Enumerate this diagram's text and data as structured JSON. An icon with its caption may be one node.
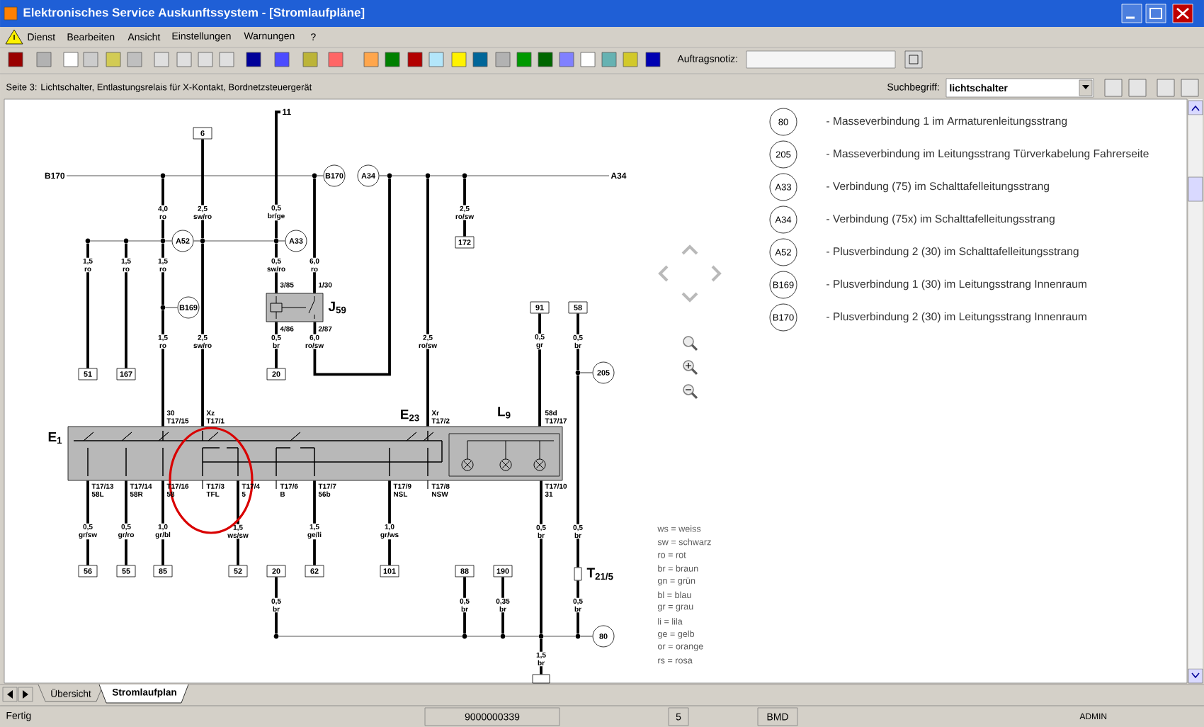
{
  "diagram": {
    "title": "Elektronisches Service Auskunftssystem - [Stromlaufpläne]",
    "nodes": [
      {
        "text": [
          "6"
        ]
      },
      {
        "text": [
          "11"
        ]
      },
      {
        "text": [
          "B170"
        ]
      },
      {
        "text": [],
        "shape": "dot"
      },
      {
        "text": [],
        "shape": "dot"
      },
      {
        "text": [
          "B170"
        ]
      },
      {
        "text": [
          "A34"
        ]
      },
      {
        "text": [],
        "shape": "dot"
      },
      {
        "text": [],
        "shape": "dot"
      },
      {
        "text": [],
        "shape": "dot"
      },
      {
        "text": [
          "A34"
        ]
      },
      {
        "text": [],
        "shape": "dot"
      },
      {
        "text": [],
        "shape": "dot"
      },
      {
        "text": [],
        "shape": "dot"
      },
      {
        "text": [
          "A52"
        ]
      },
      {
        "text": [],
        "shape": "dot"
      },
      {
        "text": [],
        "shape": "dot"
      },
      {
        "text": [
          "A33"
        ]
      },
      {
        "text": [
          "172"
        ]
      },
      {
        "text": [
          "J$_{59}$"
        ]
      },
      {
        "text": [],
        "shape": "dot"
      },
      {
        "text": [
          "B169"
        ]
      },
      {
        "text": [
          "91"
        ]
      },
      {
        "text": [
          "58"
        ]
      },
      {
        "text": [],
        "shape": "dot"
      },
      {
        "text": [
          "205"
        ]
      },
      {
        "text": [
          "51"
        ]
      },
      {
        "text": [
          "167"
        ]
      },
      {
        "text": [
          "20"
        ]
      },
      {
        "text": [
          "E$_{1}$",
          "E$_{23}$"
        ]
      },
      {
        "text": [
          "L$_{9}$"
        ],
        "in": 29
      },
      {
        "text": [
          "56"
        ]
      },
      {
        "text": [
          "55"
        ]
      },
      {
        "text": [
          "85"
        ]
      },
      {
        "text": [
          "52"
        ]
      },
      {
        "text": [
          "20"
        ]
      },
      {
        "text": [
          "62"
        ]
      },
      {
        "text": [
          "101"
        ]
      },
      {
        "text": [
          "88"
        ]
      },
      {
        "text": [
          "190"
        ]
      },
      {
        "text": [
          "T$_{21/5}$"
        ]
      },
      {
        "text": [],
        "shape": "dot"
      },
      {
        "text": [],
        "shape": "dot"
      },
      {
        "text": [],
        "shape": "dot"
      },
      {
        "text": [],
        "shape": "dot"
      },
      {
        "text": [],
        "shape": "dot"
      },
      {
        "text": [
          "80"
        ]
      },
      {
        "text": [],
        "shape": "box"
      },
      {
        "text": [
          "80"
        ],
        "beside": [
          "- Masseverbindung 1 im Armaturenleitungsstrang"
        ]
      },
      {
        "text": [
          "205"
        ],
        "beside": [
          "- Masseverbindung im Leitungsstrang Türverkabelung Fahrerseite"
        ]
      },
      {
        "text": [
          "A33"
        ],
        "beside": [
          "- Verbindung (75) im Schalttafelleitungsstrang"
        ]
      },
      {
        "text": [
          "A34"
        ],
        "beside": [
          "- Verbindung (75x) im Schalttafelleitungsstrang"
        ]
      },
      {
        "text": [
          "A52"
        ],
        "beside": [
          "- Plusverbindung 2 (30) im Schalttafelleitungsstrang"
        ]
      },
      {
        "text": [
          "B169"
        ],
        "beside": [
          "- Plusverbindung 1 (30) im Leitungsstrang Innenraum"
        ]
      },
      {
        "text": [
          "B170"
        ],
        "beside": [
          "- Plusverbindung 2 (30) im Leitungsstrang Innenraum"
        ]
      }
    ],
    "edges": [
      {
        "from": 2,
        "to": 3,
        "arrow": "none",
        "color": "#555555"
      },
      {
        "from": 3,
        "to": 4,
        "arrow": "none",
        "color": "#555555"
      },
      {
        "from": 4,
        "to": 5,
        "arrow": "none",
        "color": "#555555"
      },
      {
        "from": 6,
        "to": 7,
        "arrow": "none",
        "color": "#555555"
      },
      {
        "from": 7,
        "to": 8,
        "arrow": "none",
        "color": "#555555"
      },
      {
        "from": 8,
        "to": 9,
        "arrow": "none",
        "color": "#555555"
      },
      {
        "from": 9,
        "to": 10,
        "arrow": "none",
        "color": "#555555"
      },
      {
        "from": 11,
        "to": 12,
        "arrow": "none",
        "color": "#555555"
      },
      {
        "from": 12,
        "to": 13,
        "arrow": "none",
        "color": "#555555"
      },
      {
        "from": 13,
        "to": 14,
        "arrow": "none",
        "color": "#555555"
      },
      {
        "from": 14,
        "to": 15,
        "arrow": "none",
        "color": "#555555"
      },
      {
        "from": 15,
        "to": 16,
        "arrow": "none",
        "color": "#555555"
      },
      {
        "from": 16,
        "to": 17,
        "arrow": "none",
        "color": "#555555"
      },
      {
        "from": 20,
        "to": 21,
        "arrow": "none",
        "color": "#555555"
      },
      {
        "from": 24,
        "to": 25,
        "arrow": "none",
        "color": "#555555"
      },
      {
        "from": 41,
        "to": 42,
        "arrow": "none",
        "color": "#555555"
      },
      {
        "from": 42,
        "to": 43,
        "arrow": "none",
        "color": "#555555"
      },
      {
        "from": 43,
        "to": 44,
        "arrow": "none",
        "color": "#555555"
      },
      {
        "from": 44,
        "to": 45,
        "arrow": "none",
        "color": "#555555"
      },
      {
        "from": 45,
        "to": 46,
        "arrow": "none",
        "color": "#555555"
      },
      {
        "from": 0,
        "to": 15,
        "arrow": "none",
        "label": "2,5 sw/ro"
      },
      {
        "from": 1,
        "to": 16,
        "arrow": "none",
        "label": "0,5 br/ge"
      },
      {
        "from": 3,
        "to": 13,
        "arrow": "none",
        "label": "4,0 ro"
      },
      {
        "from": 9,
        "to": 18,
        "arrow": "none",
        "label": "2,5 ro/sw"
      },
      {
        "from": 11,
        "to": 26,
        "arrow": "none",
        "label": "1,5 ro"
      },
      {
        "from": 12,
        "to": 27,
        "arrow": "none",
        "label": "1,5 ro"
      },
      {
        "from": 13,
        "to": 20,
        "arrow": "none",
        "label": "1,5 ro"
      },
      {
        "from": 16,
        "to": 19,
        "arrow": "none",
        "label": "0,5 sw/ro"
      },
      {
        "from": 4,
        "to": 19,
        "arrow": "none",
        "label": "6,0 ro"
      },
      {
        "from": 20,
        "to": 29,
        "arrow": "none",
        "label": "1,5 ro"
      },
      {
        "from": 15,
        "to": 29,
        "arrow": "none",
        "label": "2,5 sw/ro"
      },
      {
        "from": 8,
        "to": 29,
        "arrow": "none",
        "label": "2,5 ro/sw"
      },
      {
        "from": 22,
        "to": 29,
        "arrow": "none",
        "label": "0,5 gr"
      },
      {
        "from": 19,
        "to": 28,
        "arrow": "none",
        "label": "0,5 br"
      },
      {
        "from": 19,
        "to": 7,
        "arrow": "none",
        "label": "6,0 ro/sw"
      },
      {
        "from": 23,
        "to": 24,
        "arrow": "none",
        "label": "0,5 br"
      },
      {
        "from": 24,
        "to": 40,
        "arrow": "none",
        "label": "0,5 br"
      },
      {
        "from": 40,
        "to": 45,
        "arrow": "none",
        "label": "0,5 br"
      },
      {
        "from": 29,
        "to": 31,
        "arrow": "none",
        "label": "0,5 gr/sw"
      },
      {
        "from": 29,
        "to": 32,
        "arrow": "none",
        "label": "0,5 gr/ro"
      },
      {
        "from": 29,
        "to": 33,
        "arrow": "none",
        "label": "1,0 gr/bl"
      },
      {
        "from": 29,
        "to": 34,
        "arrow": "none",
        "label": "1,5 ws/sw"
      },
      {
        "from": 29,
        "to": 36,
        "arrow": "none",
        "label": "1,5 ge/li"
      },
      {
        "from": 29,
        "to": 37,
        "arrow": "none",
        "label": "1,0 gr/ws"
      },
      {
        "from": 29,
        "to": 44,
        "arrow": "none",
        "label": "0,5 br"
      },
      {
        "from": 35,
        "to": 41,
        "arrow": "none",
        "label": "0,5 br"
      },
      {
        "from": 38,
        "to": 42,
        "arrow": "none",
        "label": "0,5 br"
      },
      {
        "from": 39,
        "to": 43,
        "arrow": "none",
        "label": "0,35 br"
      },
      {
        "from": 44,
        "to": 47,
        "arrow": "none",
        "label": "1,5 br"
      }
    ],
    "labels": [
      "Dienst",
      "Bearbeiten",
      "Ansicht",
      "Einstellungen",
      "Warnungen",
      "?",
      "Auftragsnotiz:",
      "Seite 3: Lichtschalter, Entlastungsrelais für X-Kontakt, Bordnetzsteuergerät",
      "Suchbegriff:",
      "lichtschalter",
      "3/85",
      "1/30",
      "4/86",
      "2/87",
      "30 T17/15",
      "Xz T17/1",
      "Xr T17/2",
      "58d T17/17",
      "T17/13 58L",
      "T17/14 58R",
      "T17/16 58",
      "T17/3 TFL",
      "T17/4 5",
      "T17/6 B",
      "T17/7 56b",
      "T17/9 NSL",
      "T17/8 NSW",
      "T17/10 31",
      "ws = weiss",
      "sw = schwarz",
      "ro = rot",
      "br = braun",
      "gn = grün",
      "bl = blau",
      "gr = grau",
      "li = lila",
      "ge = gelb",
      "or = orange",
      "rs = rosa",
      "Übersicht",
      "Stromlaufplan",
      "Fertig",
      "9000000339",
      "5",
      "BMD",
      "ADMIN"
    ]
  }
}
